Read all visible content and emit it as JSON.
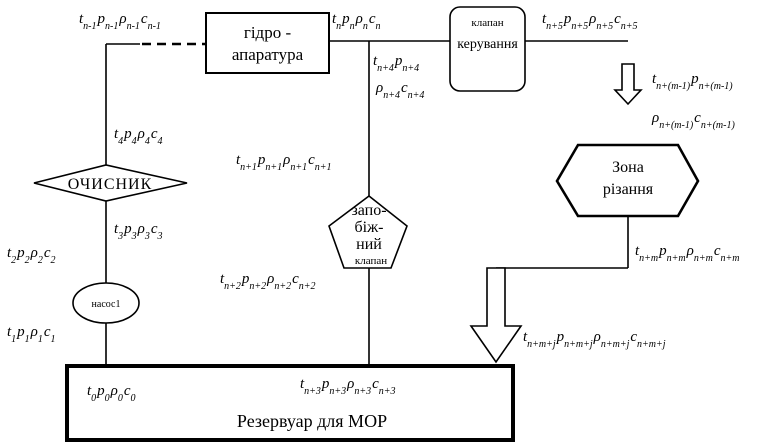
{
  "blocks": {
    "hydro_line1": "гідро -",
    "hydro_line2": "апаратура",
    "valve_line1": "клапан",
    "valve_line2": "керування",
    "zone_line1": "Зона",
    "zone_line2": "різання",
    "filter": "ОЧИСНИК",
    "safety_line1": "запо-",
    "safety_line2": "біж-",
    "safety_line3": "ний",
    "safety_line4": "клапан",
    "pump": "насос1",
    "tank": "Резервуар для МОР"
  },
  "labels": {
    "n_minus_1": [
      {
        "s": "t",
        "i": "n-1"
      },
      {
        "s": "p",
        "i": "n-1"
      },
      {
        "s": "ρ",
        "i": "n-1"
      },
      {
        "s": "c",
        "i": "n-1"
      }
    ],
    "n": [
      {
        "s": "t",
        "i": "n"
      },
      {
        "s": "p",
        "i": "n"
      },
      {
        "s": "ρ",
        "i": "n"
      },
      {
        "s": "c",
        "i": "n"
      }
    ],
    "n_plus_5": [
      {
        "s": "t",
        "i": "n+5"
      },
      {
        "s": "p",
        "i": "n+5"
      },
      {
        "s": "ρ",
        "i": "n+5"
      },
      {
        "s": "c",
        "i": "n+5"
      }
    ],
    "n_plus_4_a": [
      {
        "s": "t",
        "i": "n+4"
      },
      {
        "s": "p",
        "i": "n+4"
      }
    ],
    "n_plus_4_b": [
      {
        "s": "ρ",
        "i": "n+4"
      },
      {
        "s": "c",
        "i": "n+4"
      }
    ],
    "n_plus_m_minus_1_a": [
      {
        "s": "t",
        "i": "n+(m-1)"
      },
      {
        "s": "p",
        "i": "n+(m-1)"
      }
    ],
    "n_plus_m_minus_1_b": [
      {
        "s": "ρ",
        "i": "n+(m-1)"
      },
      {
        "s": "c",
        "i": "n+(m-1)"
      }
    ],
    "four": [
      {
        "s": "t",
        "i": "4"
      },
      {
        "s": "p",
        "i": "4"
      },
      {
        "s": "ρ",
        "i": "4"
      },
      {
        "s": "c",
        "i": "4"
      }
    ],
    "n_plus_1": [
      {
        "s": "t",
        "i": "n+1"
      },
      {
        "s": "p",
        "i": "n+1"
      },
      {
        "s": "ρ",
        "i": "n+1"
      },
      {
        "s": "c",
        "i": "n+1"
      }
    ],
    "three": [
      {
        "s": "t",
        "i": "3"
      },
      {
        "s": "p",
        "i": "3"
      },
      {
        "s": "ρ",
        "i": "3"
      },
      {
        "s": "c",
        "i": "3"
      }
    ],
    "two": [
      {
        "s": "t",
        "i": "2"
      },
      {
        "s": "p",
        "i": "2"
      },
      {
        "s": "ρ",
        "i": "2"
      },
      {
        "s": "c",
        "i": "2"
      }
    ],
    "n_plus_m": [
      {
        "s": "t",
        "i": "n+m"
      },
      {
        "s": "p",
        "i": "n+m"
      },
      {
        "s": "ρ",
        "i": "n+m"
      },
      {
        "s": "c",
        "i": "n+m"
      }
    ],
    "n_plus_2": [
      {
        "s": "t",
        "i": "n+2"
      },
      {
        "s": "p",
        "i": "n+2"
      },
      {
        "s": "ρ",
        "i": "n+2"
      },
      {
        "s": "c",
        "i": "n+2"
      }
    ],
    "one": [
      {
        "s": "t",
        "i": "1"
      },
      {
        "s": "p",
        "i": "1"
      },
      {
        "s": "ρ",
        "i": "1"
      },
      {
        "s": "c",
        "i": "1"
      }
    ],
    "n_plus_m_plus_j": [
      {
        "s": "t",
        "i": "n+m+j"
      },
      {
        "s": "p",
        "i": "n+m+j"
      },
      {
        "s": "ρ",
        "i": "n+m+j"
      },
      {
        "s": "c",
        "i": "n+m+j"
      }
    ],
    "zero": [
      {
        "s": "t",
        "i": "0"
      },
      {
        "s": "p",
        "i": "0"
      },
      {
        "s": "ρ",
        "i": "0"
      },
      {
        "s": "c",
        "i": "0"
      }
    ],
    "n_plus_3": [
      {
        "s": "t",
        "i": "n+3"
      },
      {
        "s": "p",
        "i": "n+3"
      },
      {
        "s": "ρ",
        "i": "n+3"
      },
      {
        "s": "c",
        "i": "n+3"
      }
    ]
  }
}
